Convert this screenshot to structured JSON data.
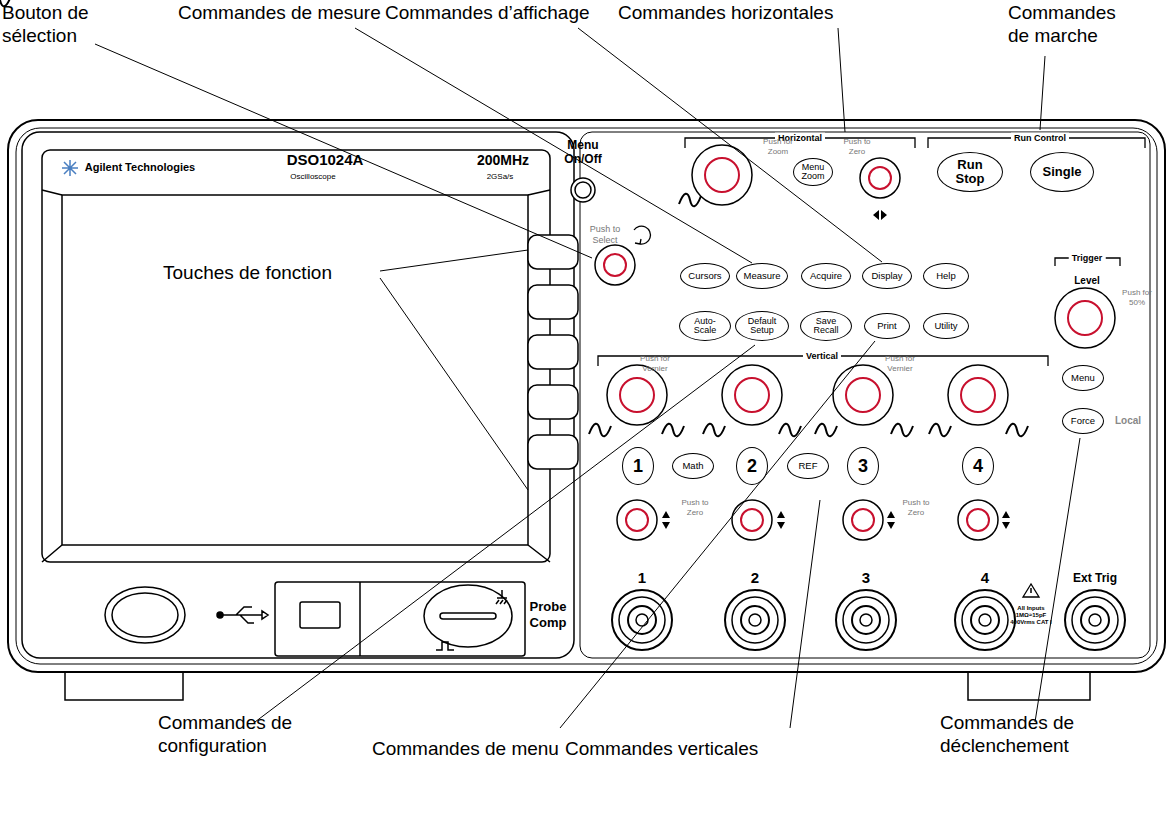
{
  "diagram": {
    "nodes": [
      {
        "text": [
          "Menu Zoom"
        ]
      },
      {
        "text": [
          "Run Stop"
        ]
      },
      {
        "text": [
          "Single"
        ]
      },
      {
        "text": [
          "Cursors"
        ]
      },
      {
        "text": [
          "Measure"
        ]
      },
      {
        "text": [
          "Acquire"
        ]
      },
      {
        "text": [
          "Display"
        ]
      },
      {
        "text": [
          "Help"
        ]
      },
      {
        "text": [
          "Auto-Scale"
        ]
      },
      {
        "text": [
          "Default Setup"
        ]
      },
      {
        "text": [
          "Save Recall"
        ]
      },
      {
        "text": [
          "Print"
        ]
      },
      {
        "text": [
          "Utility"
        ]
      },
      {
        "text": [
          "1"
        ]
      },
      {
        "text": [
          "Math"
        ]
      },
      {
        "text": [
          "2"
        ]
      },
      {
        "text": [
          "REF"
        ]
      },
      {
        "text": [
          "3"
        ]
      },
      {
        "text": [
          "4"
        ]
      },
      {
        "text": [
          "Menu"
        ]
      },
      {
        "text": [
          "Force"
        ]
      }
    ],
    "labels": [
      "Bouton de sélection",
      "Commandes de mesure",
      "Commandes d’affichage",
      "Commandes horizontales",
      "Commandes de marche",
      "Touches de fonction",
      "Commandes de configuration",
      "Commandes de menu",
      "Commandes verticales",
      "Commandes de déclenchement",
      "Agilent Technologies",
      "DSO1024A",
      "Oscilloscope",
      "200MHz",
      "2GSa/s",
      "Menu On/Off",
      "Push to Select",
      "Horizontal",
      "Run Control",
      "Push for Zoom",
      "Push to Zero",
      "Trigger",
      "Level",
      "Push for 50%",
      "Vertical",
      "Push for Vernier",
      "Push for Vernier",
      "Push to Zero",
      "Push to Zero",
      "1",
      "2",
      "3",
      "4",
      "Ext Trig",
      "Probe Comp",
      "All Inputs 1MΩ≈15pF 400Vrms CAT I",
      "Local"
    ]
  }
}
